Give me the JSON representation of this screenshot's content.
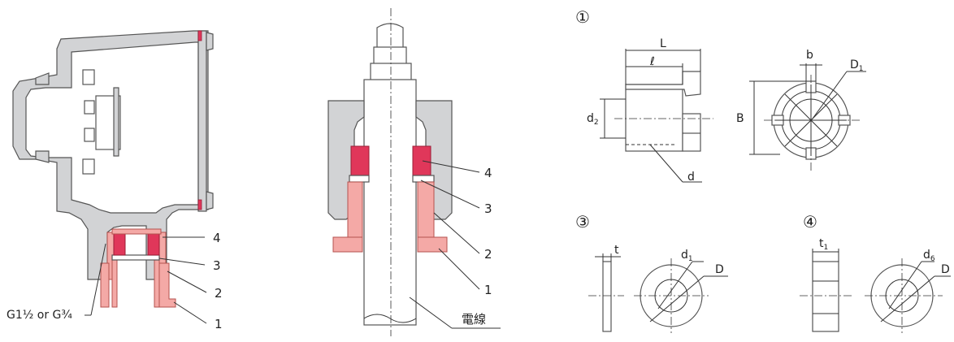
{
  "figure_left": {
    "thread_label": "G1½ or G¾",
    "callouts": [
      "4",
      "3",
      "2",
      "1"
    ]
  },
  "figure_middle": {
    "callouts": [
      "4",
      "3",
      "2",
      "1"
    ],
    "wire_label": "電線"
  },
  "part1": {
    "marker": "①",
    "dims": {
      "L": "L",
      "l": "ℓ",
      "d2": "d2",
      "d": "d",
      "b": "b",
      "D1": "D1",
      "B": "B"
    }
  },
  "part3": {
    "marker": "③",
    "dims": {
      "t": "t",
      "d1": "d1",
      "D": "D"
    }
  },
  "part4": {
    "marker": "④",
    "dims": {
      "t1": "t1",
      "d6": "d6",
      "D": "D"
    }
  },
  "colors": {
    "housing": "#d2d3d5",
    "fitting_part": "#f4a9a6",
    "rubber_part": "#e0375a"
  }
}
